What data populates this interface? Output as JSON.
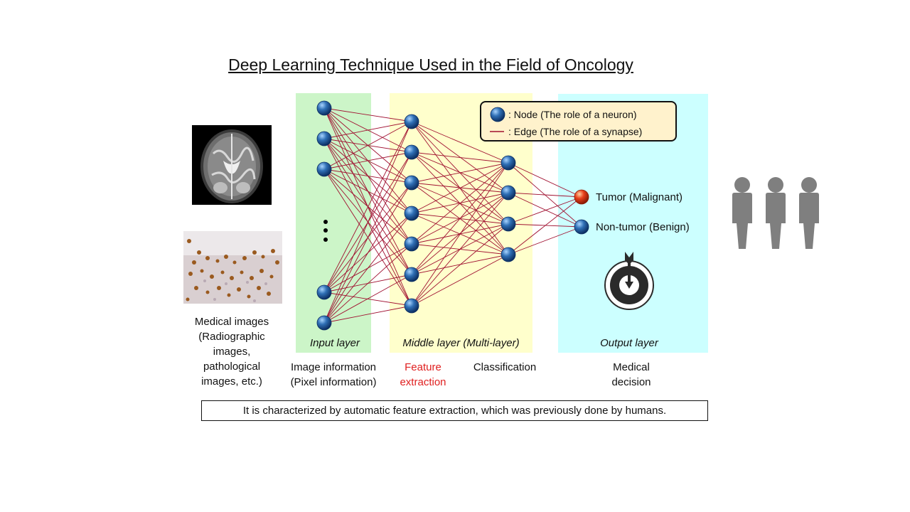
{
  "title": "Deep Learning Technique Used in the Field of Oncology",
  "left_caption": [
    "Medical images",
    "(Radiographic",
    "images,",
    "pathological",
    "images,  etc.)"
  ],
  "layers": {
    "input": "Input layer",
    "middle": "Middle layer (Multi-layer)",
    "output": "Output layer"
  },
  "captions": {
    "image_info": [
      "Image  information",
      "(Pixel  information)"
    ],
    "feature": [
      "Feature",
      "extraction"
    ],
    "classification": "Classification",
    "decision": [
      "Medical",
      "decision"
    ]
  },
  "legend": {
    "node": ": Node (The  role of a neuron)",
    "edge": ": Edge (The  role of a synapse)"
  },
  "outputs": {
    "tumor": "Tumor  (Malignant)",
    "non_tumor": "Non-tumor  (Benign)"
  },
  "footer": "It is characterized  by automatic  feature  extraction,  which was previously  done  by humans.",
  "colors": {
    "node": "#2f6fb5",
    "tumor_node": "#e8401c",
    "edge": "#a01030",
    "input_panel": "#ccf5c8",
    "middle_panel": "#ffffcc",
    "output_panel": "#ccffff",
    "legend_bg": "#fff2cc",
    "feature_text": "#e02020",
    "person": "#7f7f7f"
  },
  "icons": [
    "brain-mri-image",
    "pathology-slide-image",
    "target-icon",
    "person-icon"
  ]
}
